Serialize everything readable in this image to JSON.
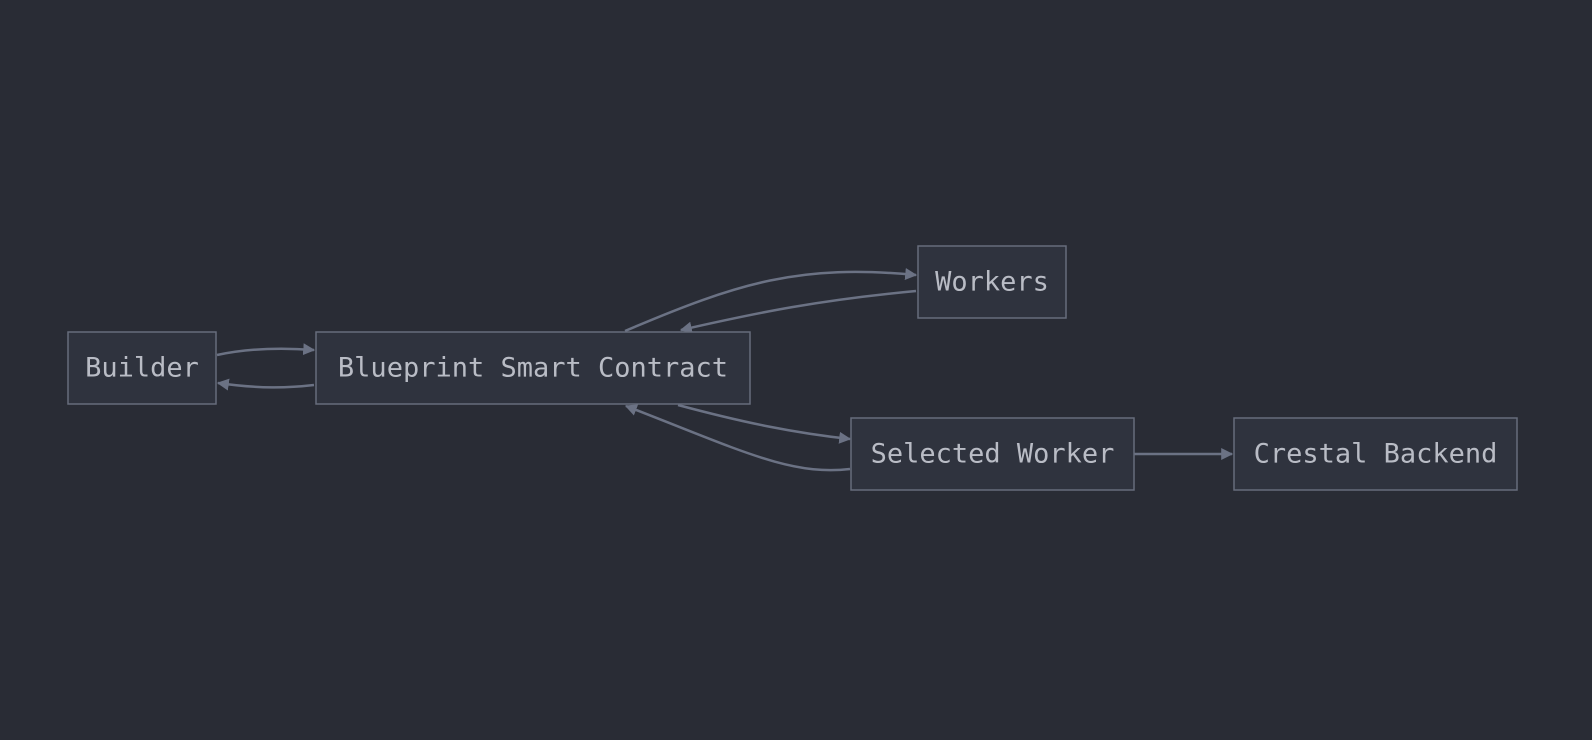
{
  "diagram": {
    "type": "flowchart",
    "nodes": [
      {
        "id": "builder",
        "label": "Builder"
      },
      {
        "id": "blueprint",
        "label": "Blueprint Smart Contract"
      },
      {
        "id": "workers",
        "label": "Workers"
      },
      {
        "id": "selected",
        "label": "Selected Worker"
      },
      {
        "id": "crestal",
        "label": "Crestal Backend"
      }
    ],
    "edges": [
      {
        "from": "builder",
        "to": "blueprint"
      },
      {
        "from": "blueprint",
        "to": "builder"
      },
      {
        "from": "blueprint",
        "to": "workers"
      },
      {
        "from": "workers",
        "to": "blueprint"
      },
      {
        "from": "blueprint",
        "to": "selected"
      },
      {
        "from": "selected",
        "to": "blueprint"
      },
      {
        "from": "selected",
        "to": "crestal"
      }
    ],
    "colors": {
      "background": "#292c35",
      "node_fill": "#2f333e",
      "node_stroke": "#676d7c",
      "edge": "#6b7284",
      "text": "#b9bcc5"
    }
  }
}
